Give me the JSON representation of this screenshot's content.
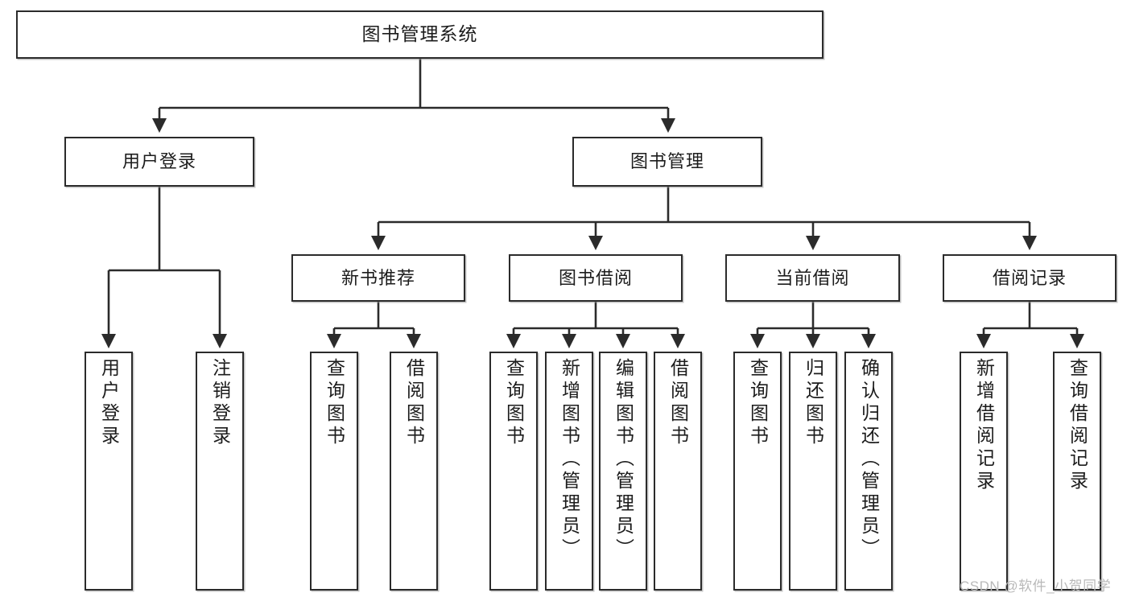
{
  "diagram": {
    "title": "图书管理系统",
    "watermark": "CSDN @软件_小贺同学",
    "levels": {
      "level1": [
        {
          "id": "root",
          "label": "图书管理系统"
        }
      ],
      "level2": [
        {
          "id": "user-login",
          "label": "用户登录"
        },
        {
          "id": "book-manage",
          "label": "图书管理"
        }
      ],
      "level3": [
        {
          "id": "new-book-recommend",
          "label": "新书推荐"
        },
        {
          "id": "book-borrow",
          "label": "图书借阅"
        },
        {
          "id": "current-borrow",
          "label": "当前借阅"
        },
        {
          "id": "borrow-record",
          "label": "借阅记录"
        }
      ],
      "level4": [
        {
          "id": "leaf-user-login",
          "label": "用户登录",
          "parent": "user-login"
        },
        {
          "id": "leaf-logout-login",
          "label": "注销登录",
          "parent": "user-login"
        },
        {
          "id": "leaf-query-book-1",
          "label": "查询图书",
          "parent": "new-book-recommend"
        },
        {
          "id": "leaf-borrow-book-1",
          "label": "借阅图书",
          "parent": "new-book-recommend"
        },
        {
          "id": "leaf-query-book-2",
          "label": "查询图书",
          "parent": "book-borrow"
        },
        {
          "id": "leaf-add-book",
          "label": "新增图书（管理员）",
          "parent": "book-borrow"
        },
        {
          "id": "leaf-edit-book",
          "label": "编辑图书（管理员）",
          "parent": "book-borrow"
        },
        {
          "id": "leaf-borrow-book-2",
          "label": "借阅图书",
          "parent": "book-borrow"
        },
        {
          "id": "leaf-query-book-3",
          "label": "查询图书",
          "parent": "current-borrow"
        },
        {
          "id": "leaf-return-book",
          "label": "归还图书",
          "parent": "current-borrow"
        },
        {
          "id": "leaf-confirm-return",
          "label": "确认归还（管理员）",
          "parent": "current-borrow"
        },
        {
          "id": "leaf-add-record",
          "label": "新增借阅记录",
          "parent": "borrow-record"
        },
        {
          "id": "leaf-query-record",
          "label": "查询借阅记录",
          "parent": "borrow-record"
        }
      ]
    },
    "colors": {
      "stroke": "#2b2b2b",
      "fill": "#ffffff",
      "text": "#1c1c1c",
      "watermark": "#b9b9b9"
    }
  }
}
